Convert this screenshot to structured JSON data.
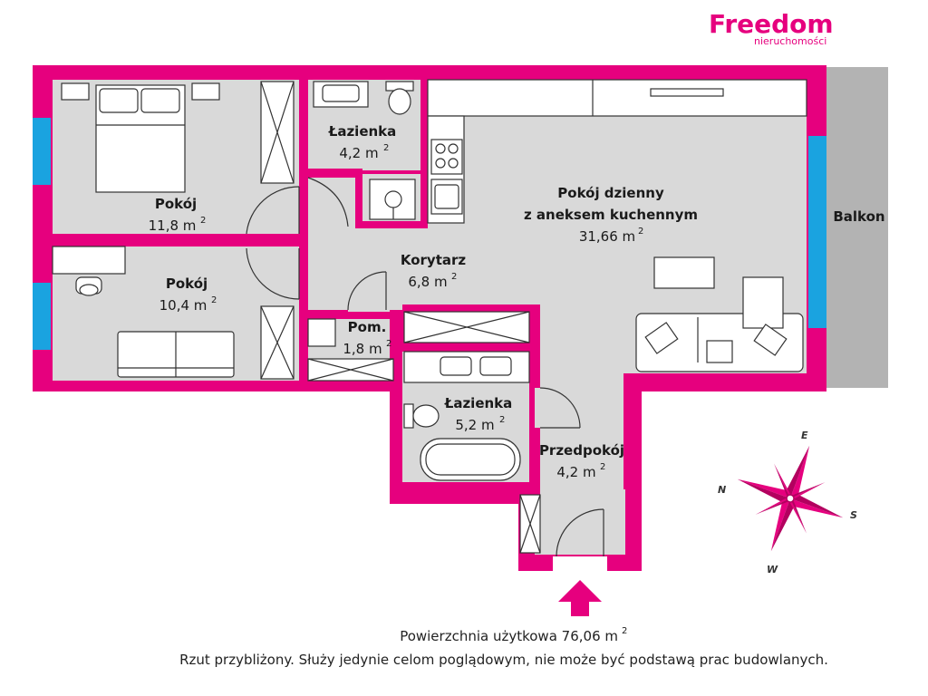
{
  "logo": {
    "brand": "Freedom",
    "sub": "nieruchomości"
  },
  "rooms": [
    {
      "id": "bedroom-1",
      "name": "Pokój",
      "area": "11,8 m",
      "sup": "2"
    },
    {
      "id": "bathroom-top",
      "name": "Łazienka",
      "area": "4,2 m",
      "sup": "2"
    },
    {
      "id": "living",
      "name": "Pokój dzienny",
      "name2": "z aneksem kuchennym",
      "area": "31,66 m",
      "sup": "2"
    },
    {
      "id": "bedroom-2",
      "name": "Pokój",
      "area": "10,4 m",
      "sup": "2"
    },
    {
      "id": "corridor",
      "name": "Korytarz",
      "area": "6,8 m",
      "sup": "2"
    },
    {
      "id": "storage",
      "name": "Pom.",
      "area": "1,8 m",
      "sup": "2"
    },
    {
      "id": "bathroom-bottom",
      "name": "Łazienka",
      "area": "5,2 m",
      "sup": "2"
    },
    {
      "id": "hallway",
      "name": "Przedpokój",
      "area": "4,2 m",
      "sup": "2"
    }
  ],
  "balcony": {
    "name": "Balkon"
  },
  "compass": {
    "n": "N",
    "e": "E",
    "s": "S",
    "w": "W"
  },
  "footer": {
    "total": "Powierzchnia użytkowa 76,06 m",
    "total_sup": "2",
    "disclaimer": "Rzut przybliżony. Służy jedynie celom poglądowym, nie może być podstawą prac budowlanych."
  },
  "colors": {
    "wall": "#e6007e",
    "floor": "#d9d9d9",
    "window": "#1aa3e0",
    "balcony": "#b3b3b3"
  }
}
